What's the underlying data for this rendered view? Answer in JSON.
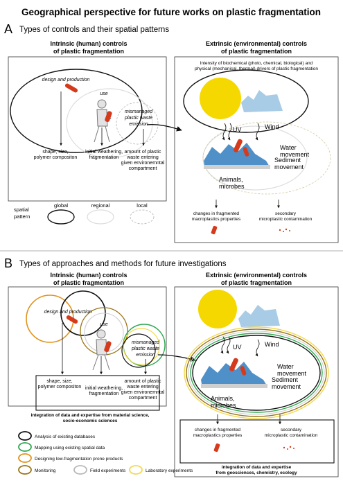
{
  "title": "Geographical perspective for future works on plastic fragmentation",
  "panel_a": {
    "letter": "A",
    "heading": "Types of controls and their spatial patterns",
    "intrinsic_title": [
      "Intrinsic (human) controls",
      "of plastic fragmentation"
    ],
    "extrinsic_title": [
      "Extrinsic (environmental) controls",
      "of plastic fragmentation"
    ],
    "extrinsic_desc": [
      "Intensity of biochemical (photo, chemical, biological) and",
      "physical (mechanical, thermal) drivers of plastic fragmentation"
    ],
    "design_label": "design and production",
    "use_label": "use",
    "mismanaged_label": [
      "mismanaged",
      "plastic waste",
      "emission"
    ],
    "outcome_shape": [
      "shape, size,",
      "polymer compositon"
    ],
    "outcome_weathering": [
      "initial weathering,",
      "fragmentation"
    ],
    "outcome_amount": [
      "amount of plastic",
      "waste entering",
      "given environemntal",
      "compartment"
    ],
    "uv_label": "UV",
    "wind_label": "Wind",
    "water_label": [
      "Water",
      "movement"
    ],
    "sediment_label": [
      "Sediment",
      "movement"
    ],
    "animals_label": [
      "Animals,",
      "microbes"
    ],
    "changes_label": [
      "changes in fragmented",
      "macroplastics properties"
    ],
    "secondary_label": [
      "secondary",
      "microplastic contamination"
    ],
    "spatial_label": [
      "spatial",
      "pattern"
    ],
    "legend": [
      "global",
      "regional",
      "local"
    ]
  },
  "panel_b": {
    "letter": "B",
    "heading": "Types of approaches and methods for future investigations",
    "intrinsic_title": [
      "Intrinsic (human) controls",
      "of plastic fragmentation"
    ],
    "extrinsic_title": [
      "Extrinsic (environmental) controls",
      "of plastic fragmentation"
    ],
    "design_label": "design and production",
    "use_label": "use",
    "mismanaged_label": [
      "mismanaged",
      "plastic waste",
      "emission"
    ],
    "outcome_shape": [
      "shape, size,",
      "polymer compositon"
    ],
    "outcome_weathering": [
      "initial weathering,",
      "fragmentation"
    ],
    "outcome_amount": [
      "amount of plastic",
      "waste entering",
      "given environemntal",
      "compartment"
    ],
    "integration_left": [
      "integration of data and expertise from material science,",
      "socio-economic sciences"
    ],
    "uv_label": "UV",
    "wind_label": "Wind",
    "water_label": [
      "Water",
      "movement"
    ],
    "sediment_label": [
      "Sediment",
      "movement"
    ],
    "animals_label": [
      "Animals,",
      "microbes"
    ],
    "changes_label": [
      "changes in fragmented",
      "macroplastics properties"
    ],
    "secondary_label": [
      "secondary",
      "microplastic contamination"
    ],
    "integration_right": [
      "integration of data and expertise",
      "from geosciences, chemistry, ecology"
    ],
    "methods": [
      {
        "label": "Analysis of existing databases",
        "color": "#111111"
      },
      {
        "label": "Mapping using existing spatial data",
        "color": "#2fa84f"
      },
      {
        "label": "Designing low-fragmentation prone products",
        "color": "#e0921a"
      },
      {
        "label": "Monitoring",
        "color": "#9a7414"
      },
      {
        "label": "Field experiments",
        "color": "#b8b8b8"
      },
      {
        "label": "Laboratory experiments",
        "color": "#f2d94e"
      }
    ]
  },
  "colors": {
    "sun": "#f5d800",
    "water": "#4f90c8",
    "ice": "#a8cbe6",
    "plastic": "#d63a1c"
  }
}
